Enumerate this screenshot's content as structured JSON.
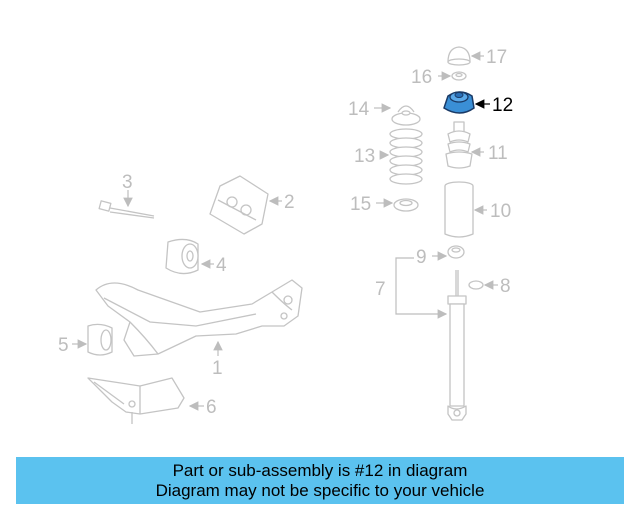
{
  "diagram": {
    "highlighted_part": "12",
    "highlight_color": "#3a8fd6",
    "callouts": {
      "c1": "1",
      "c2": "2",
      "c3": "3",
      "c4": "4",
      "c5": "5",
      "c6": "6",
      "c7": "7",
      "c8": "8",
      "c9": "9",
      "c10": "10",
      "c11": "11",
      "c12": "12",
      "c13": "13",
      "c14": "14",
      "c15": "15",
      "c16": "16",
      "c17": "17"
    }
  },
  "banner": {
    "line1": "Part or sub-assembly is #12 in diagram",
    "line2": "Diagram may not be specific to your vehicle",
    "color": "#5bc2ef"
  }
}
